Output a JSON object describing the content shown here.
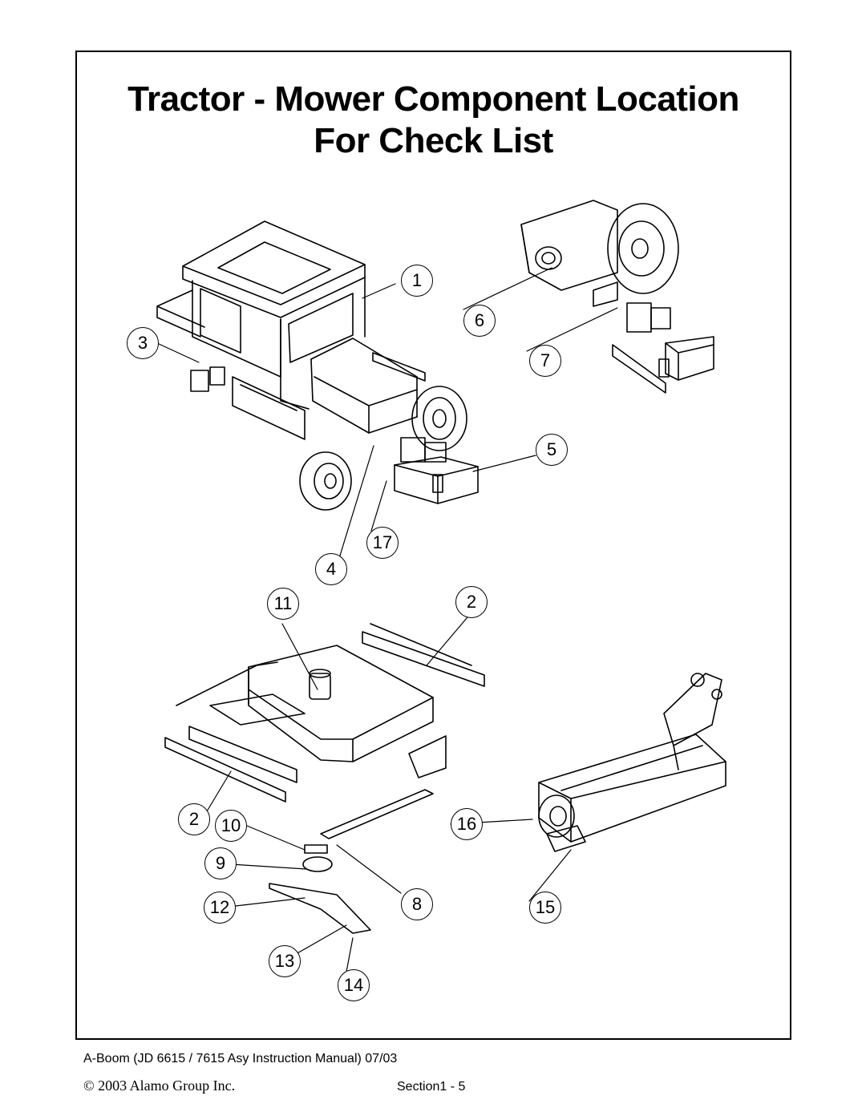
{
  "page": {
    "title_line1": "Tractor - Mower Component Location",
    "title_line2": "For Check List"
  },
  "callouts": [
    "1",
    "2",
    "2",
    "3",
    "4",
    "5",
    "6",
    "7",
    "8",
    "9",
    "10",
    "11",
    "12",
    "13",
    "14",
    "15",
    "16",
    "17"
  ],
  "footer": {
    "manual": "A-Boom  (JD 6615 / 7615 Asy Instruction  Manual) 07/03",
    "copyright": "© 2003 Alamo Group Inc.",
    "section": "Section1 - 5"
  },
  "figures": {
    "tractor": "tractor-illustration",
    "rotary_mower": "rotary-mower-illustration",
    "flail_mower": "flail-mower-illustration"
  }
}
